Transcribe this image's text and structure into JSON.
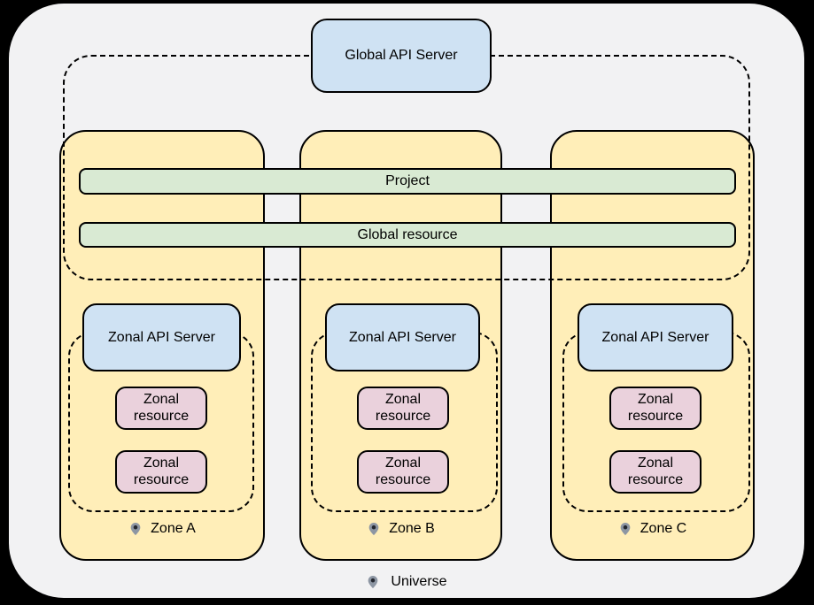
{
  "diagram": {
    "global_api_server_label": "Global API Server",
    "project_bar_label": "Project",
    "global_resource_bar_label": "Global resource",
    "universe_label": "Universe",
    "zones": [
      {
        "label": "Zone A",
        "api_server_label": "Zonal API Server",
        "resources": [
          "Zonal resource",
          "Zonal resource"
        ]
      },
      {
        "label": "Zone B",
        "api_server_label": "Zonal API Server",
        "resources": [
          "Zonal resource",
          "Zonal resource"
        ]
      },
      {
        "label": "Zone C",
        "api_server_label": "Zonal API Server",
        "resources": [
          "Zonal resource",
          "Zonal resource"
        ]
      }
    ],
    "icons": {
      "zone_a_pin": "location-pin-icon",
      "zone_b_pin": "location-pin-icon",
      "zone_c_pin": "location-pin-icon",
      "universe_pin": "location-pin-icon"
    },
    "colors": {
      "page_background": "#000000",
      "universe_fill": "#f2f2f3",
      "zone_fill": "#ffeeb8",
      "api_server_fill": "#cfe2f3",
      "shared_bar_fill": "#d9ead3",
      "zonal_resource_fill": "#ead1dc",
      "border": "#000000",
      "pin_fill": "#8d96a3",
      "pin_dot": "#23272f"
    }
  }
}
